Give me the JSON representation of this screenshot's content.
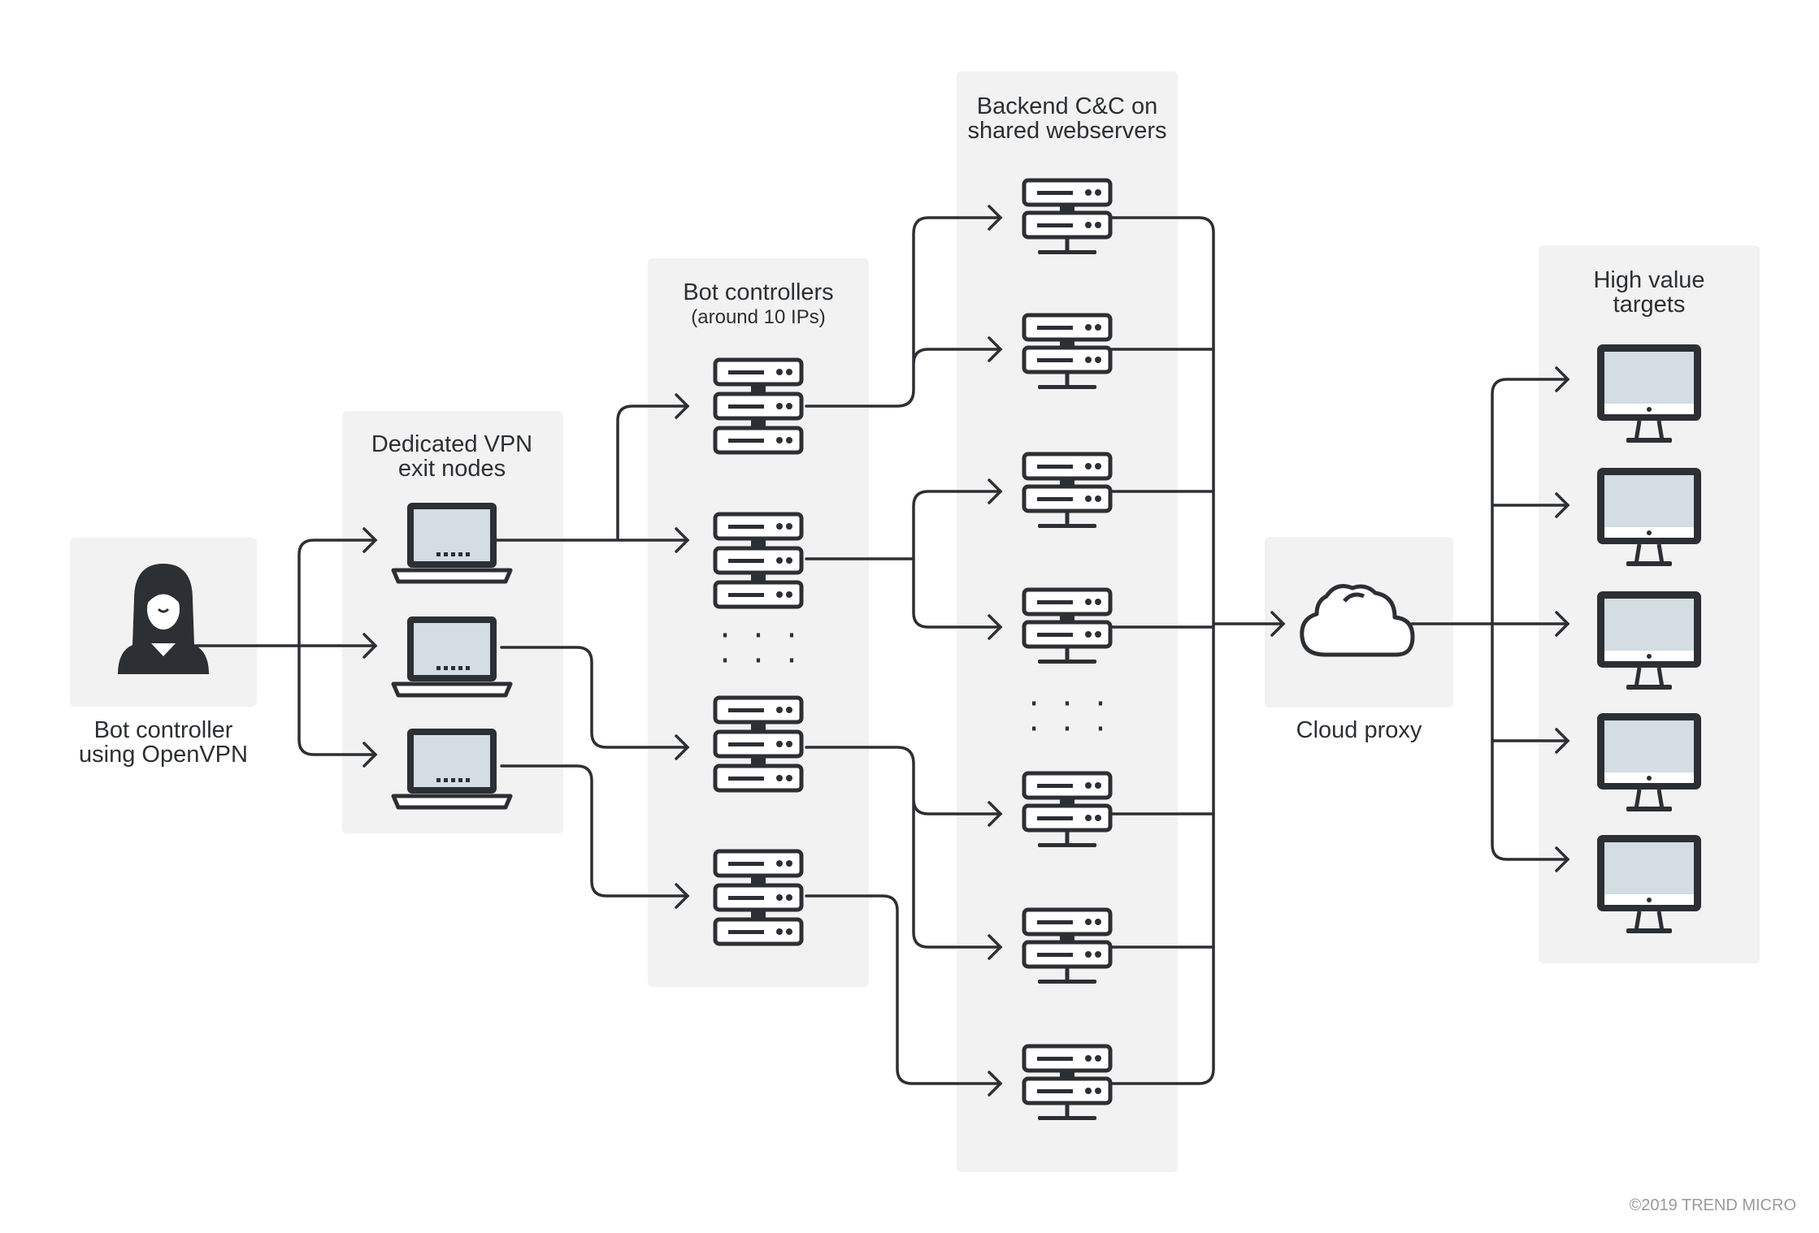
{
  "groups": {
    "bot_controller": {
      "line1": "Bot controller",
      "line2": "using OpenVPN"
    },
    "vpn_nodes": {
      "line1": "Dedicated VPN",
      "line2": "exit nodes"
    },
    "bot_controllers": {
      "line1": "Bot controllers",
      "line2": "(around 10 IPs)"
    },
    "backend": {
      "line1": "Backend C&C on",
      "line2": "shared webservers"
    },
    "cloud_proxy": {
      "line1": "Cloud proxy"
    },
    "targets": {
      "line1": "High value",
      "line2": "targets"
    }
  },
  "ellipsis": "· · ·",
  "copyright": "©2019 TREND MICRO",
  "colors": {
    "ink": "#2c2f33",
    "panel": "#f2f2f2",
    "screen": "#d3dde2",
    "background": "#ffffff",
    "copyright": "#9a9a9a"
  },
  "icons": {
    "bot_controller": "hooded-person-icon",
    "vpn_node": "laptop-icon",
    "bot_controller_server": "server-stack-icon",
    "backend_server": "networked-server-icon",
    "cloud": "cloud-icon",
    "target": "desktop-monitor-icon"
  }
}
